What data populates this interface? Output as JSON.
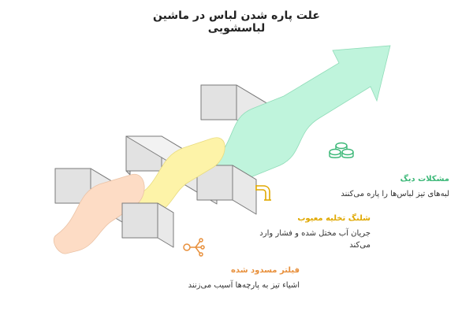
{
  "title": "علت پاره شدن لباس در ماشین لباسشویی",
  "colors": {
    "peach": "#FDDCC5",
    "yellow": "#FDF3A8",
    "mint": "#BFF4DC",
    "gray_top": "#EDEDED",
    "gray_front": "#E2E2E2",
    "gray_side": "#D2D2D2",
    "outline": "#7A7A7A"
  },
  "steps": [
    {
      "id": "drum",
      "heading": "مشکلات دیگ",
      "description_lines": [
        "لبه‌های تیز لباس‌ها را پاره می‌کنند"
      ],
      "color": "#3CB878",
      "icon": "drum-icon"
    },
    {
      "id": "hose",
      "heading": "شلنگ تخلیه معیوب",
      "description_lines": [
        "جریان آب مختل شده و فشار وارد",
        "می‌کند"
      ],
      "color": "#E0A800",
      "icon": "pipe-icon"
    },
    {
      "id": "filter",
      "heading": "فیلتر مسدود شده",
      "description_lines": [
        "اشیاء تیز به پارچه‌ها آسیب می‌زنند"
      ],
      "color": "#E8903C",
      "icon": "filter-icon"
    }
  ]
}
